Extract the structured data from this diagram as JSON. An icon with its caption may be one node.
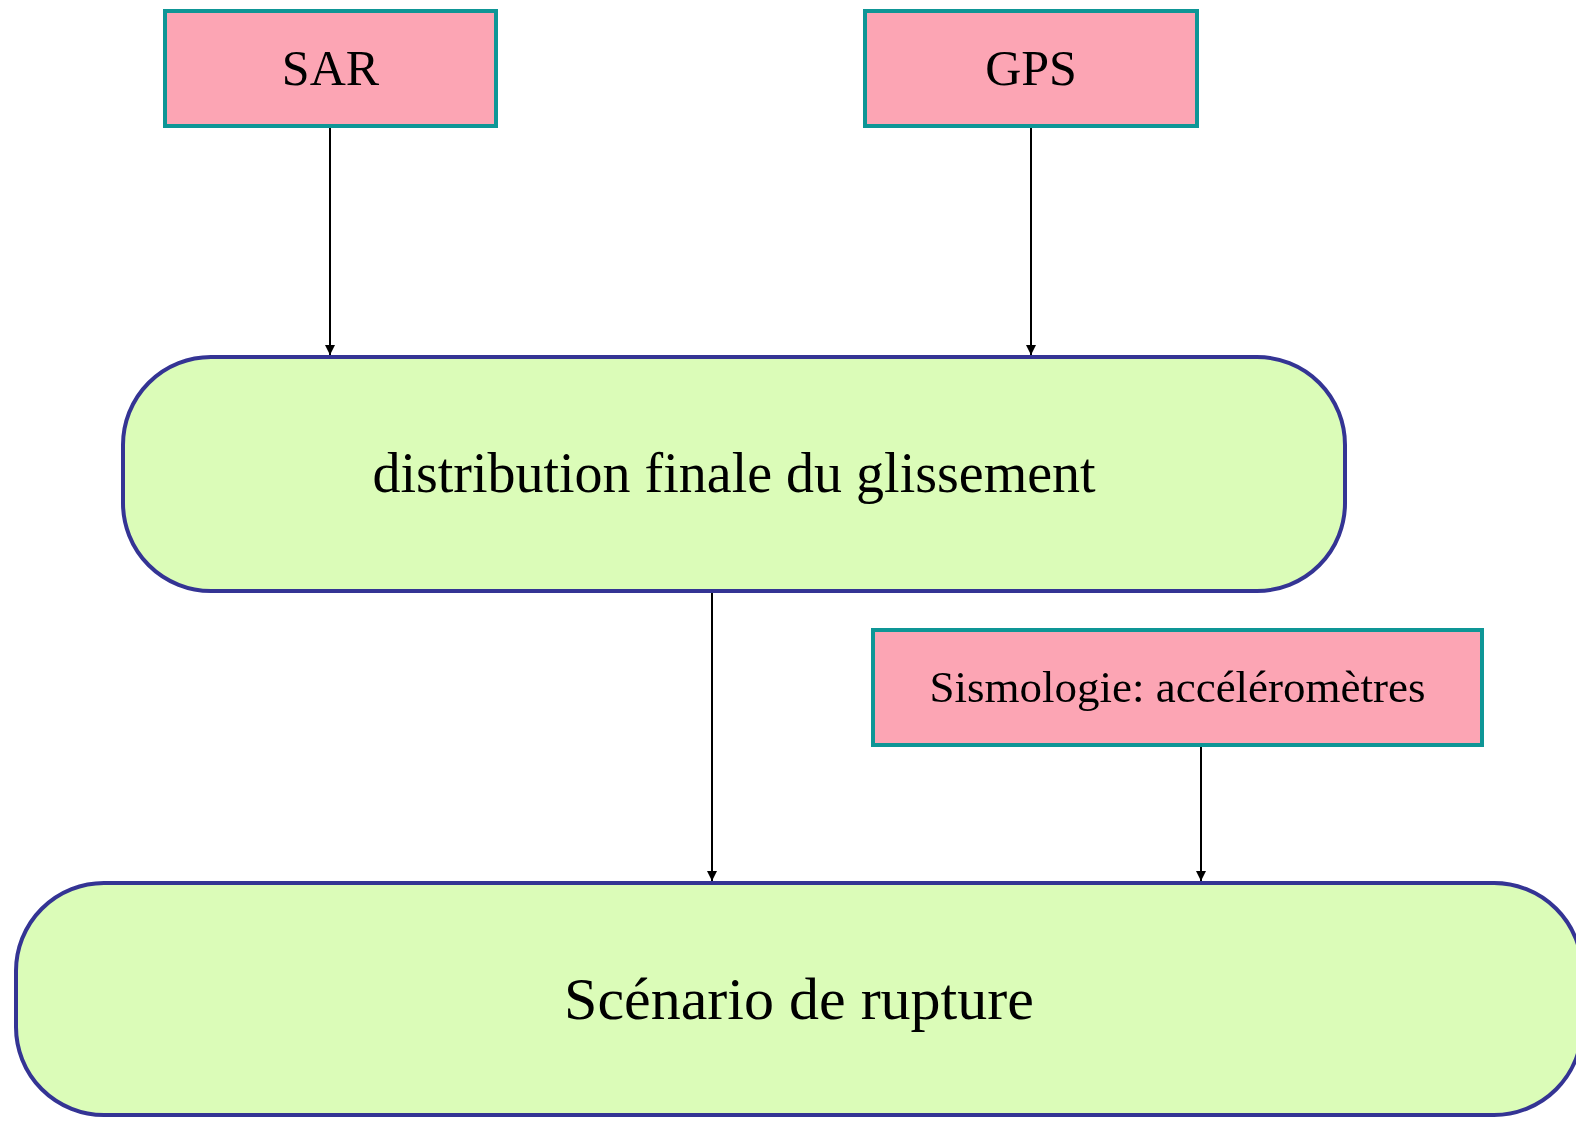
{
  "diagram": {
    "nodes": [
      {
        "text": [
          "SAR"
        ]
      },
      {
        "text": [
          "GPS"
        ]
      },
      {
        "text": [
          "distribution finale du glissement"
        ]
      },
      {
        "text": [
          "Sismologie: accéléromètres"
        ]
      },
      {
        "text": [
          "Scénario de rupture"
        ]
      }
    ],
    "edges": [
      {
        "from": 0,
        "to": 2,
        "arrow": "to"
      },
      {
        "from": 1,
        "to": 2,
        "arrow": "to"
      },
      {
        "from": 2,
        "to": 4,
        "arrow": "to"
      },
      {
        "from": 3,
        "to": 4,
        "arrow": "to"
      }
    ]
  }
}
